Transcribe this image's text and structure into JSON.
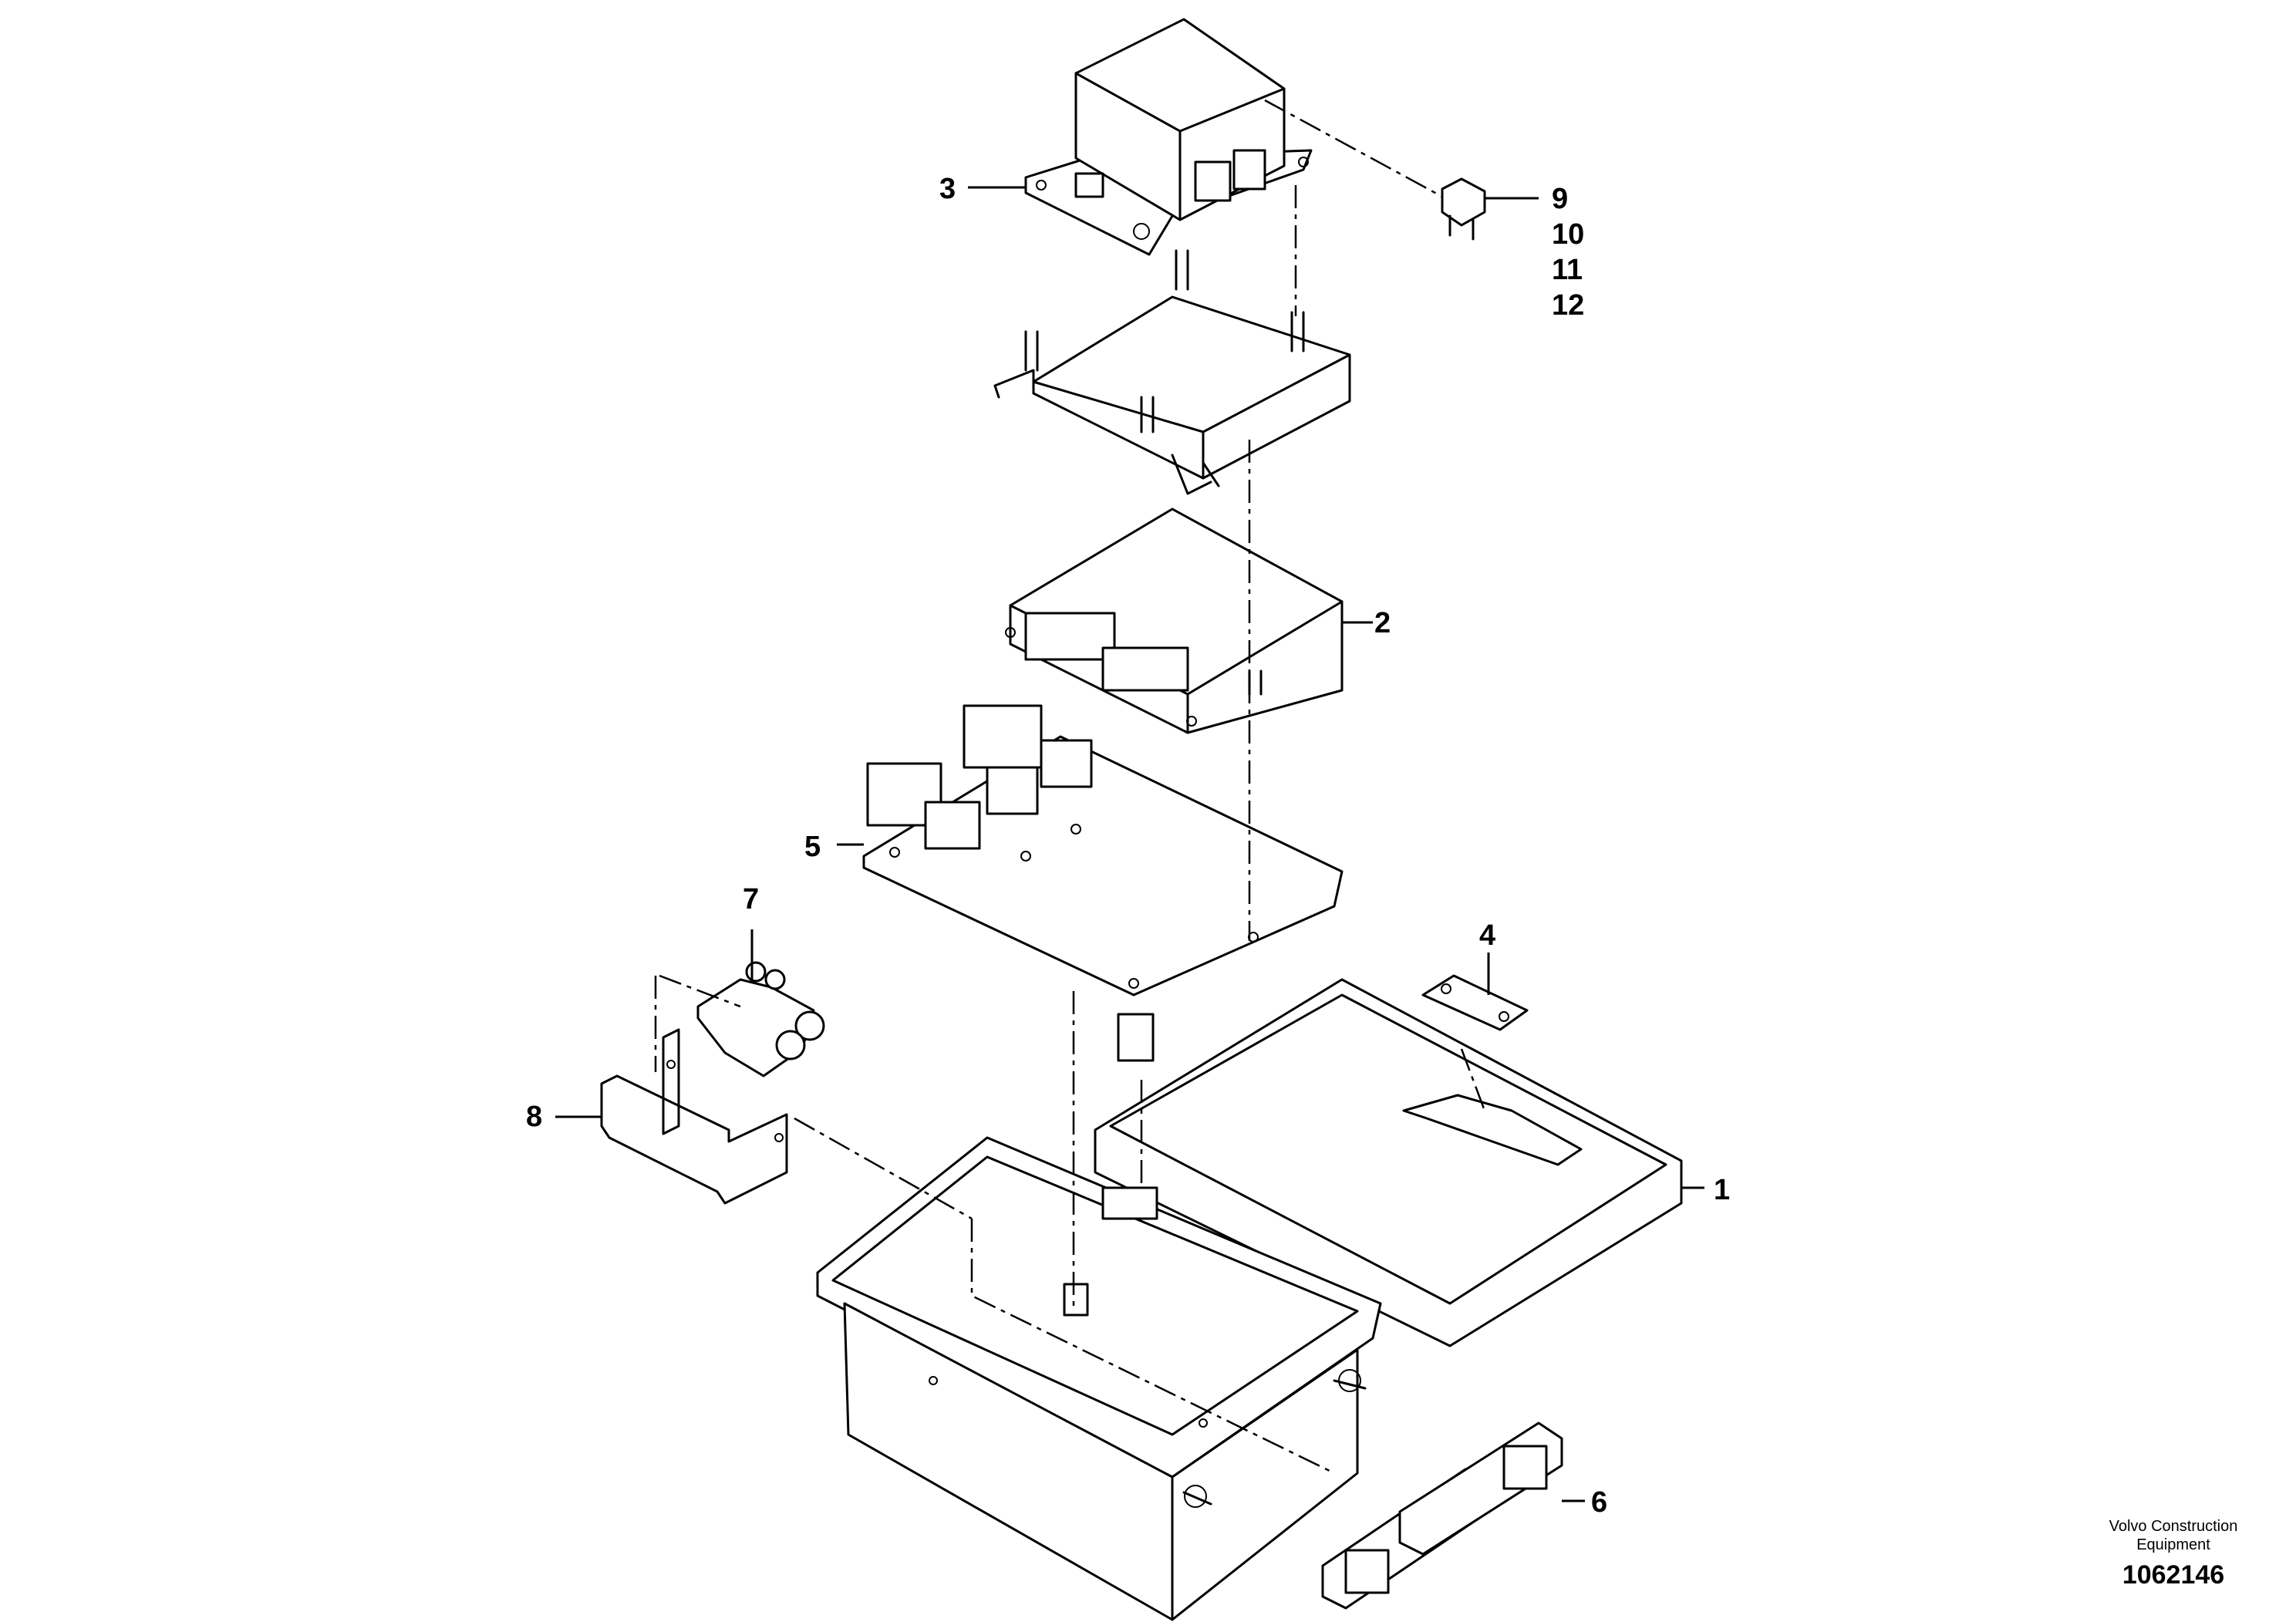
{
  "callouts": {
    "c1": "1",
    "c2": "2",
    "c3": "3",
    "c4": "4",
    "c5": "5",
    "c6": "6",
    "c7": "7",
    "c8": "8",
    "c9": "9",
    "c10": "10",
    "c11": "11",
    "c12": "12"
  },
  "footer": {
    "company_line1": "Volvo Construction",
    "company_line2": "Equipment",
    "document_number": "1062146"
  }
}
